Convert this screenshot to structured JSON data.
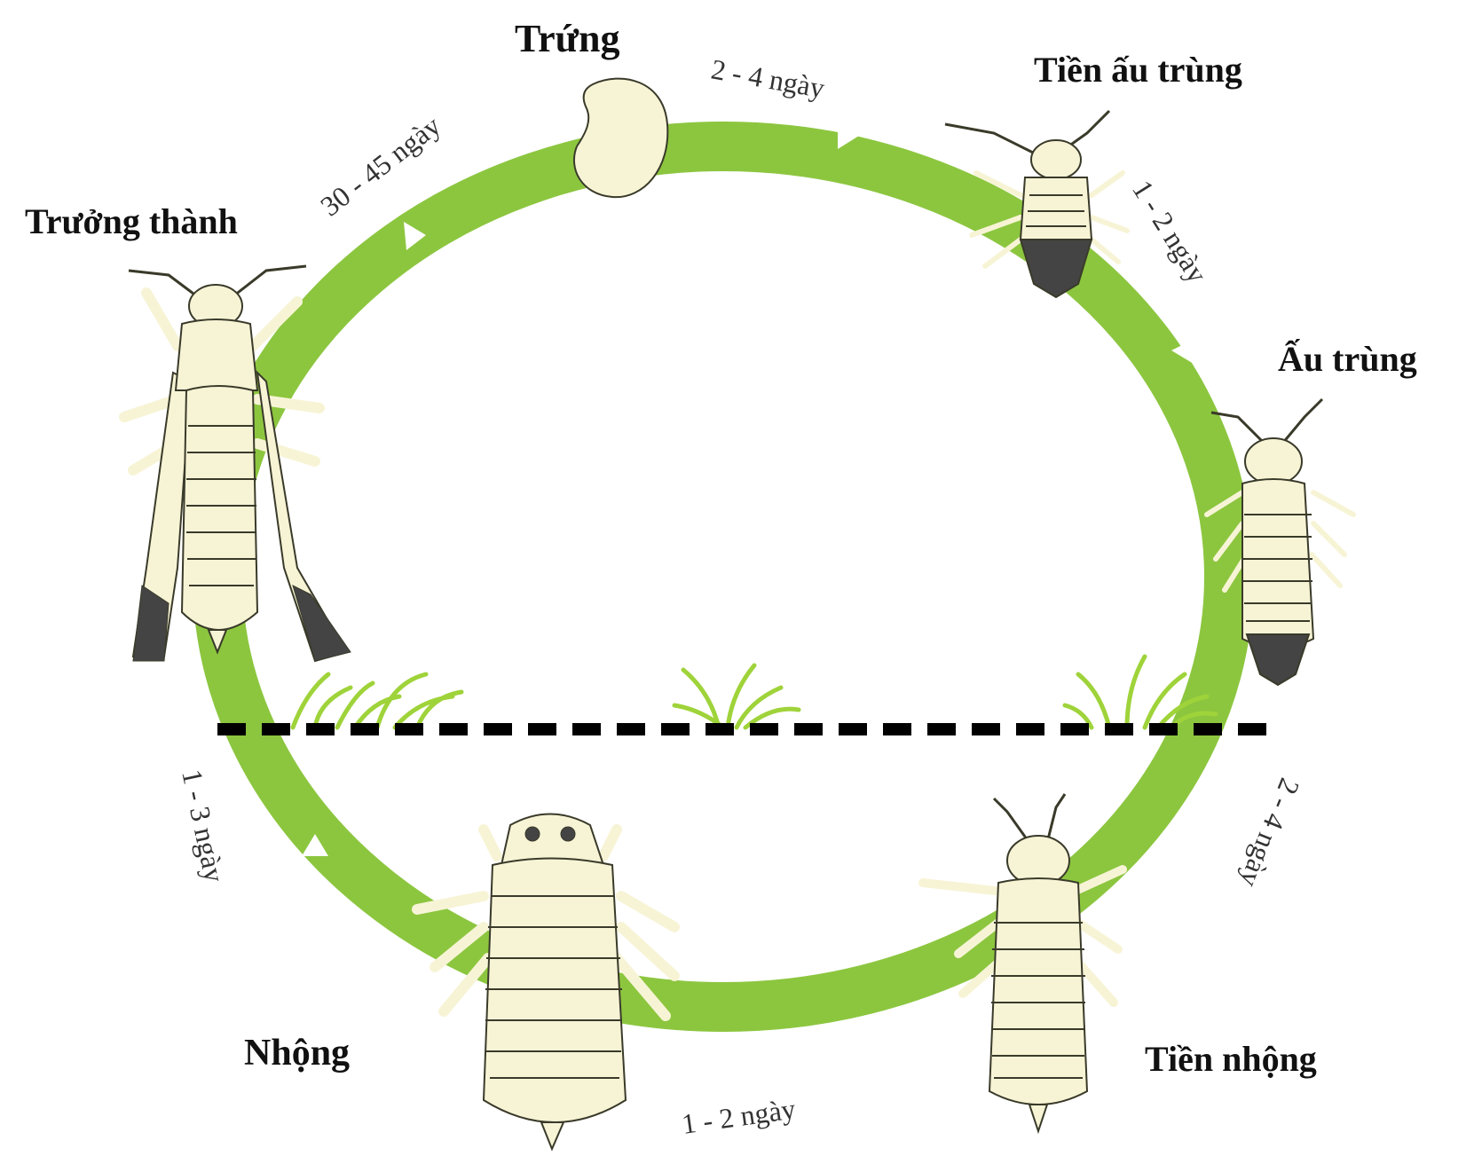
{
  "colors": {
    "cycle_ring": "#8cc63f",
    "arrow": "#ffffff",
    "insect_body": "#f7f4d6",
    "insect_outline": "#3a3a2a",
    "insect_dark_tip": "#444444",
    "grass": "#9fd33a",
    "ground_line": "#000000"
  },
  "stages": {
    "egg": "Trứng",
    "prelarva": "Tiền ấu trùng",
    "larva": "Ấu trùng",
    "prepupa": "Tiền nhộng",
    "pupa": "Nhộng",
    "adult": "Trưởng thành"
  },
  "durations": {
    "egg_to_prelarva": "2 - 4 ngày",
    "prelarva_to_larva": "1 - 2 ngày",
    "larva_to_prepupa": "2 - 4 ngày",
    "prepupa_to_pupa": "1 - 2 ngày",
    "pupa_to_adult": "1 - 3 ngày",
    "adult_to_egg": "30 - 45 ngày"
  },
  "icons": [
    "egg-icon",
    "prelarva-insect-icon",
    "larva-insect-icon",
    "prepupa-insect-icon",
    "pupa-insect-icon",
    "adult-insect-icon",
    "grass-icon",
    "ground-line"
  ]
}
